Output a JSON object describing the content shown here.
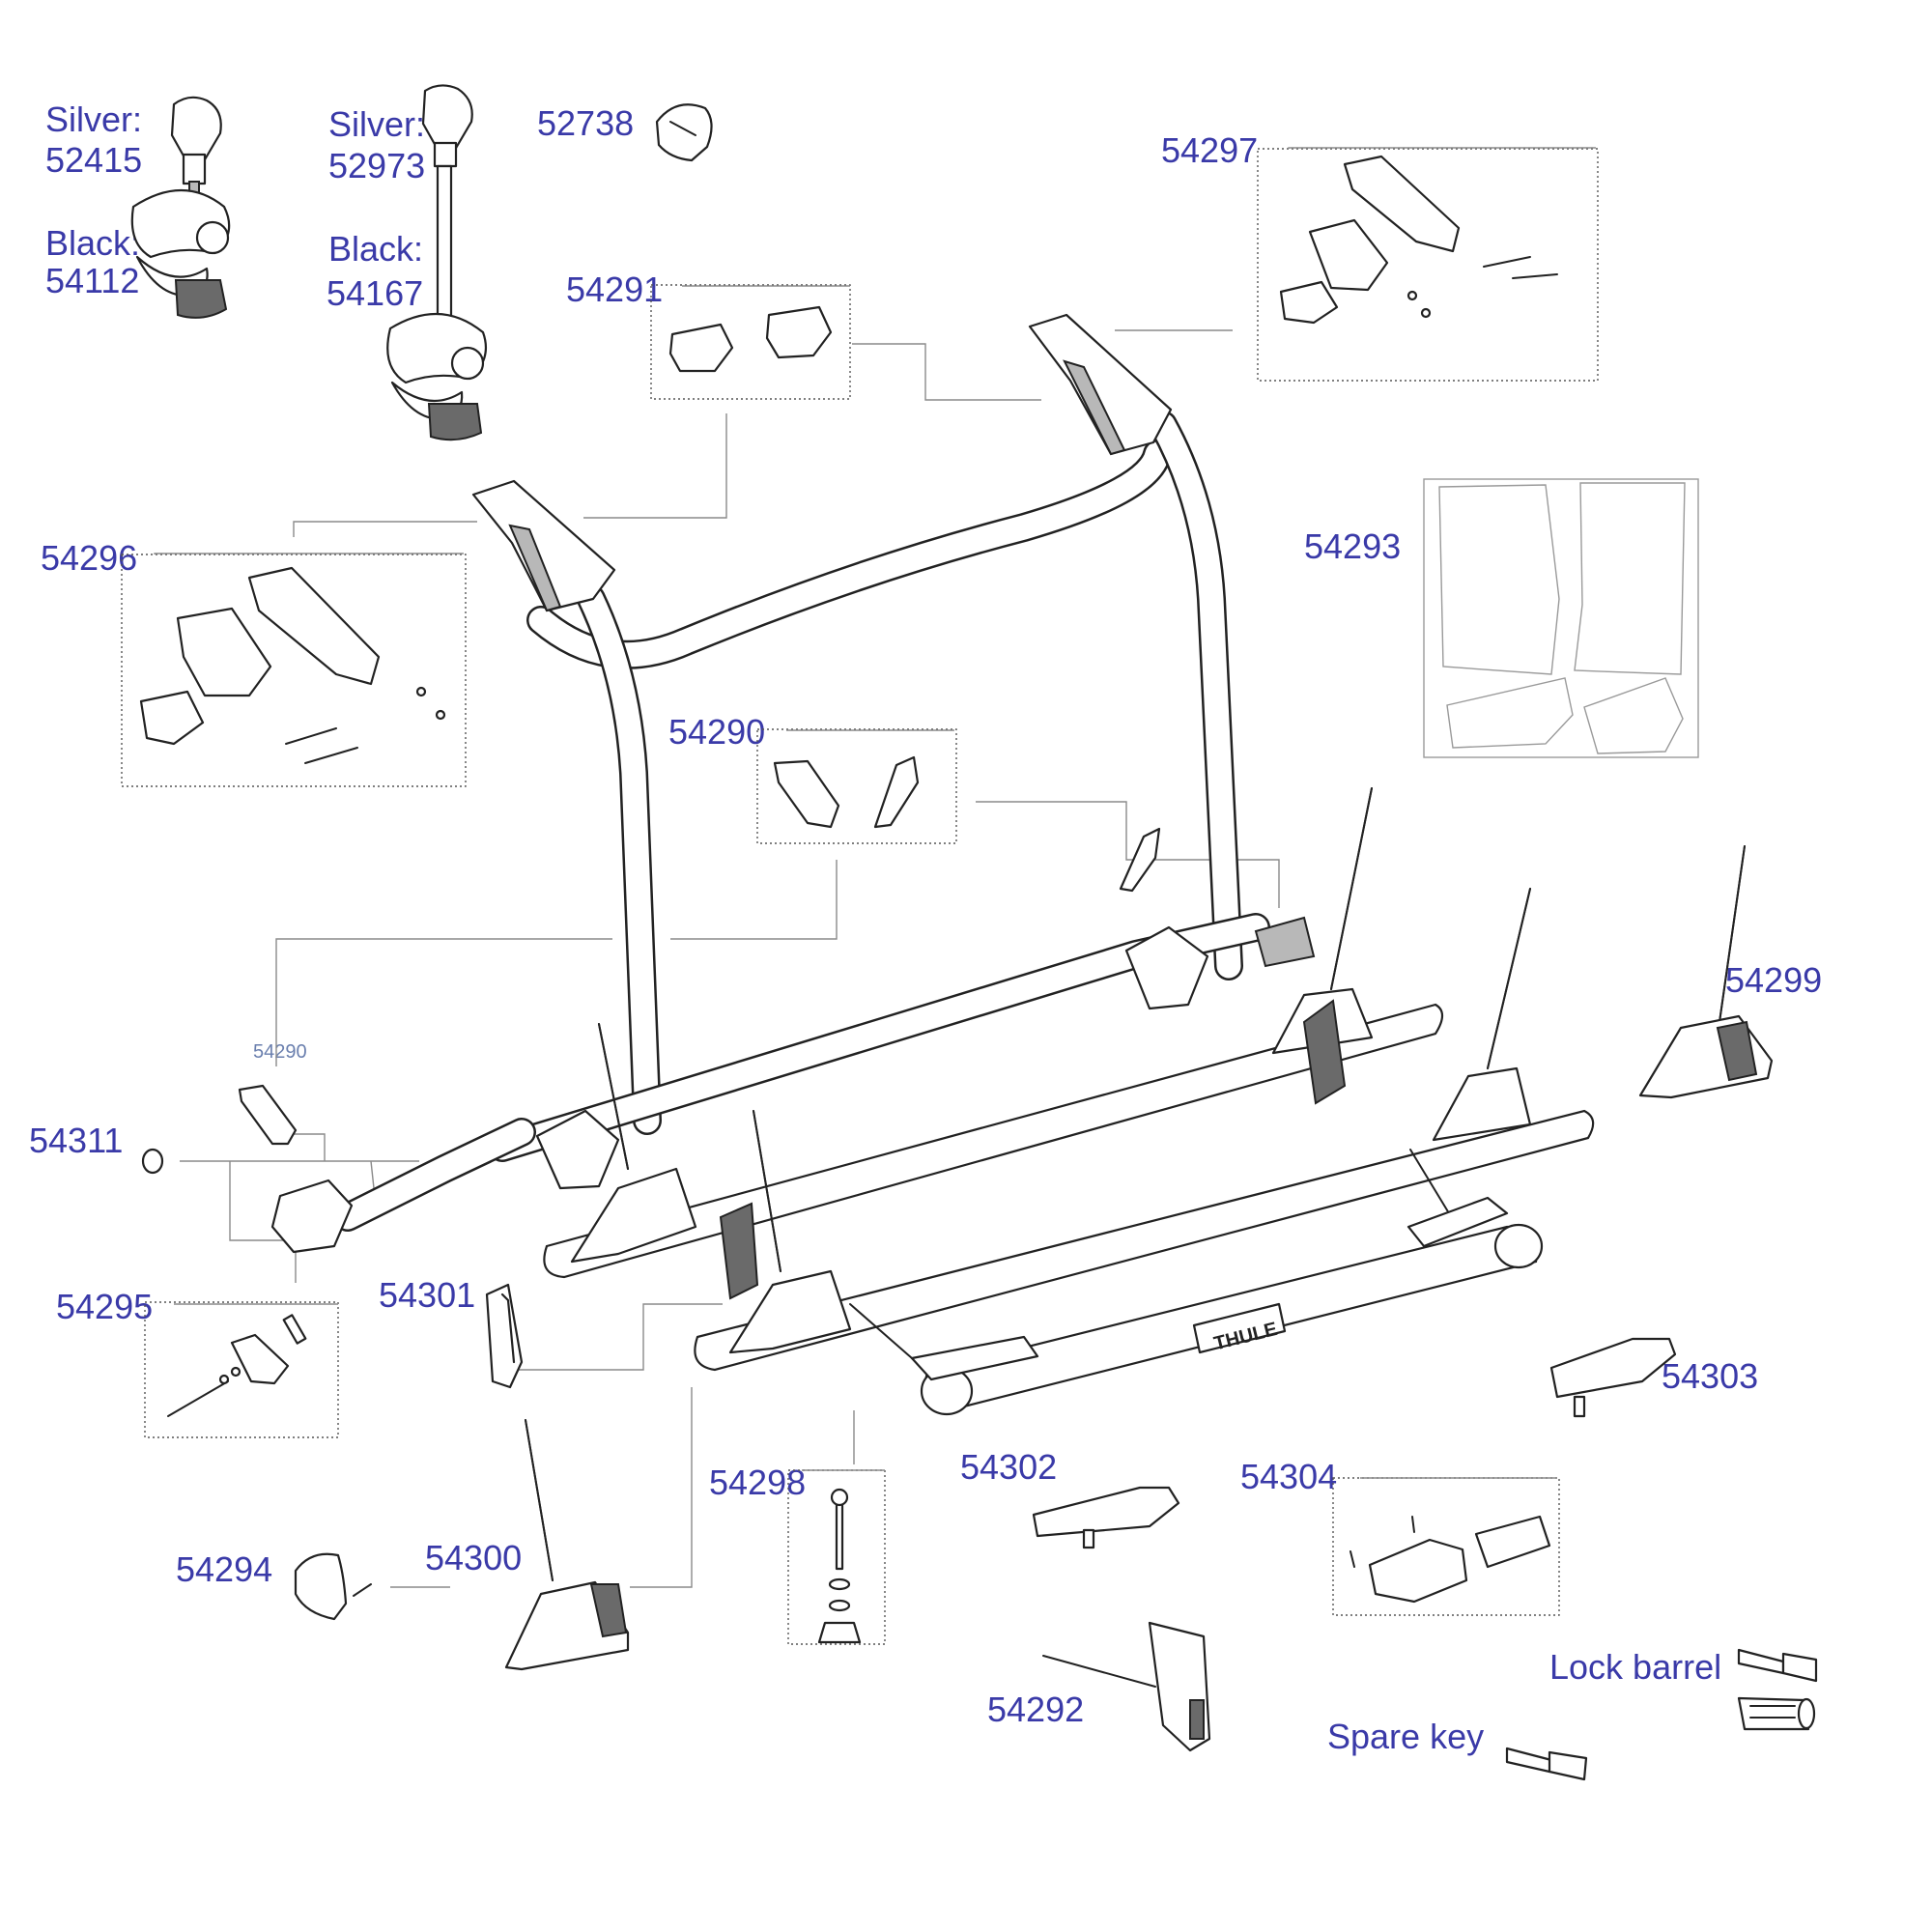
{
  "labels": {
    "p52415_silver": "Silver:",
    "p52415_silver_no": "52415",
    "p54112_black": "Black:",
    "p54112_black_no": "54112",
    "p52973_silver": "Silver:",
    "p52973_silver_no": "52973",
    "p54167_black": "Black:",
    "p54167_black_no": "54167",
    "p52738": "52738",
    "p54297": "54297",
    "p54291": "54291",
    "p54296": "54296",
    "p54293": "54293",
    "p54290": "54290",
    "p54290_small": "54290",
    "p54299": "54299",
    "p54311": "54311",
    "p54295": "54295",
    "p54301": "54301",
    "p54303": "54303",
    "p54298": "54298",
    "p54302": "54302",
    "p54304": "54304",
    "p54294": "54294",
    "p54300": "54300",
    "p54292": "54292",
    "lock_barrel": "Lock barrel",
    "spare_key": "Spare key"
  },
  "branding": {
    "logo_text": "THULE"
  },
  "colors": {
    "label": "#3a3aa8",
    "label_small": "#6a7fae",
    "line": "#222222",
    "leader": "#8a8a8a"
  }
}
